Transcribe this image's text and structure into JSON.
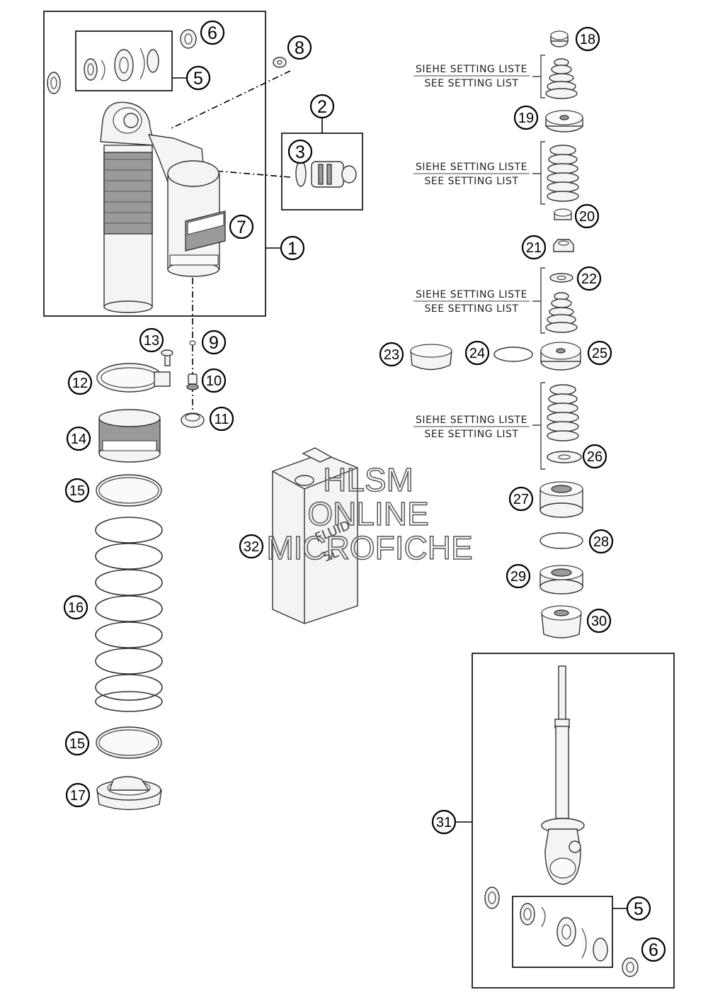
{
  "callouts": [
    "1",
    "2",
    "3",
    "5",
    "5",
    "6",
    "6",
    "7",
    "8",
    "9",
    "10",
    "11",
    "12",
    "13",
    "14",
    "15",
    "15",
    "16",
    "17",
    "18",
    "19",
    "20",
    "21",
    "22",
    "23",
    "24",
    "25",
    "26",
    "27",
    "28",
    "29",
    "30",
    "31",
    "32"
  ],
  "setting_notes": [
    {
      "line1": "SIEHE SETTING LISTE",
      "line2": "SEE SETTING LIST"
    },
    {
      "line1": "SIEHE SETTING LISTE",
      "line2": "SEE SETTING LIST"
    },
    {
      "line1": "SIEHE SETTING LISTE",
      "line2": "SEE SETTING LIST"
    },
    {
      "line1": "SIEHE SETTING LISTE",
      "line2": "SEE SETTING LIST"
    }
  ],
  "can_label": {
    "line1": "FLUID",
    "line2": "5L"
  },
  "watermark": {
    "line1": "HLSM",
    "line2": "ONLINE",
    "line3": "MICROFICHE"
  }
}
